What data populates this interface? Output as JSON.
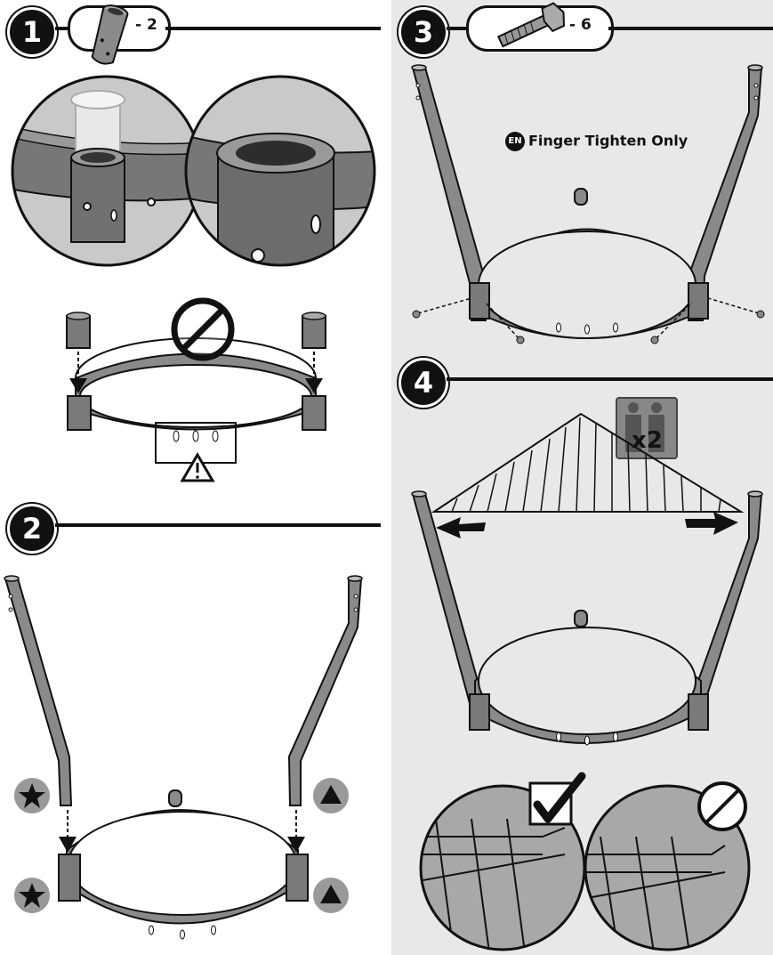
{
  "steps": [
    {
      "number": "1",
      "quantity": "- 2"
    },
    {
      "number": "2"
    },
    {
      "number": "3",
      "quantity": "- 6",
      "note_badge": "EN",
      "note": "Finger Tighten Only"
    },
    {
      "number": "4",
      "people": "x2"
    }
  ],
  "icons": {
    "step1_part": "sleeve-icon",
    "step3_part": "bolt-icon",
    "prohibited": "prohibited-icon",
    "warning": "warning-icon",
    "star": "star-icon",
    "triangle": "triangle-icon",
    "check": "checkmark-icon",
    "two_people": "two-people-icon"
  },
  "colors": {
    "metal": "#8a8a8a",
    "metal_dark": "#5f5f5f",
    "outline": "#1a1a1a",
    "panel_bg": "#e8e8e8"
  }
}
